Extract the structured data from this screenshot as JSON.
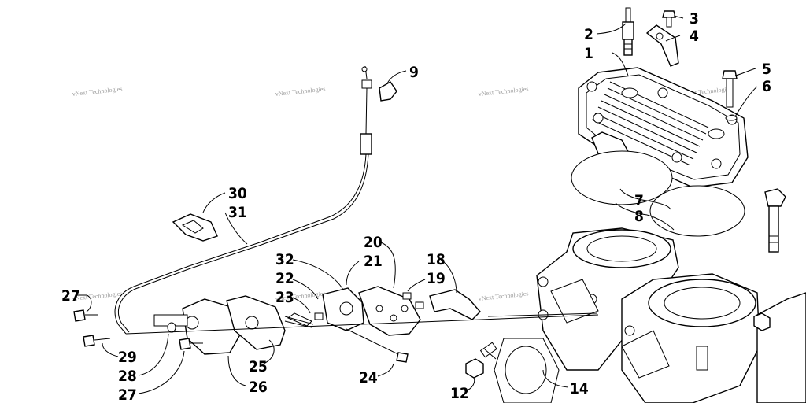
{
  "watermark": "vNext Technologies",
  "callouts": [
    {
      "id": "1",
      "label": "1"
    },
    {
      "id": "2",
      "label": "2"
    },
    {
      "id": "3",
      "label": "3"
    },
    {
      "id": "4",
      "label": "4"
    },
    {
      "id": "5",
      "label": "5"
    },
    {
      "id": "6",
      "label": "6"
    },
    {
      "id": "7",
      "label": "7"
    },
    {
      "id": "8",
      "label": "8"
    },
    {
      "id": "9",
      "label": "9"
    },
    {
      "id": "12",
      "label": "12"
    },
    {
      "id": "14",
      "label": "14"
    },
    {
      "id": "18",
      "label": "18"
    },
    {
      "id": "19",
      "label": "19"
    },
    {
      "id": "20",
      "label": "20"
    },
    {
      "id": "21",
      "label": "21"
    },
    {
      "id": "22",
      "label": "22"
    },
    {
      "id": "23",
      "label": "23"
    },
    {
      "id": "24",
      "label": "24"
    },
    {
      "id": "25",
      "label": "25"
    },
    {
      "id": "26",
      "label": "26"
    },
    {
      "id": "27a",
      "label": "27"
    },
    {
      "id": "27b",
      "label": "27"
    },
    {
      "id": "28",
      "label": "28"
    },
    {
      "id": "29",
      "label": "29"
    },
    {
      "id": "30",
      "label": "30"
    },
    {
      "id": "31",
      "label": "31"
    },
    {
      "id": "32",
      "label": "32"
    }
  ]
}
